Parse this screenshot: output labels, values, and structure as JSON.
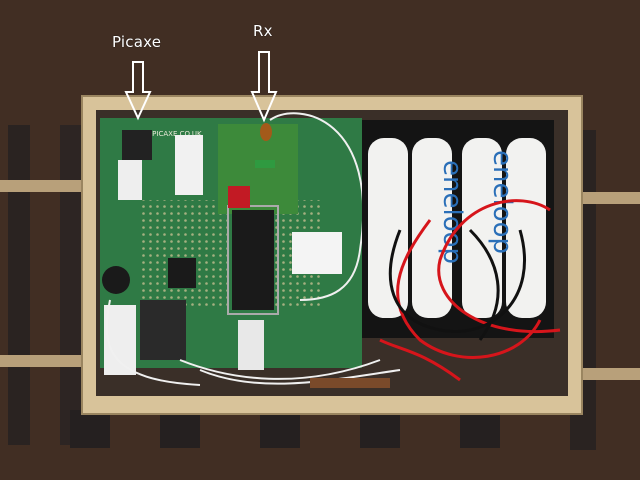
{
  "annotations": {
    "picaxe": "Picaxe",
    "rx": "Rx"
  },
  "batteries": {
    "brand_a": "eneloop",
    "brand_b": "eneloop"
  },
  "board": {
    "url_text": "WWW.PICAXE.CO.UK"
  },
  "colors": {
    "arrow": "#ffffff",
    "pcb": "#2f7a45",
    "box_wood": "#d8c39a",
    "battery": "#f2f2f0",
    "battery_text": "#2a6fb8",
    "wire_red": "#d6151b",
    "wire_black": "#111111"
  }
}
